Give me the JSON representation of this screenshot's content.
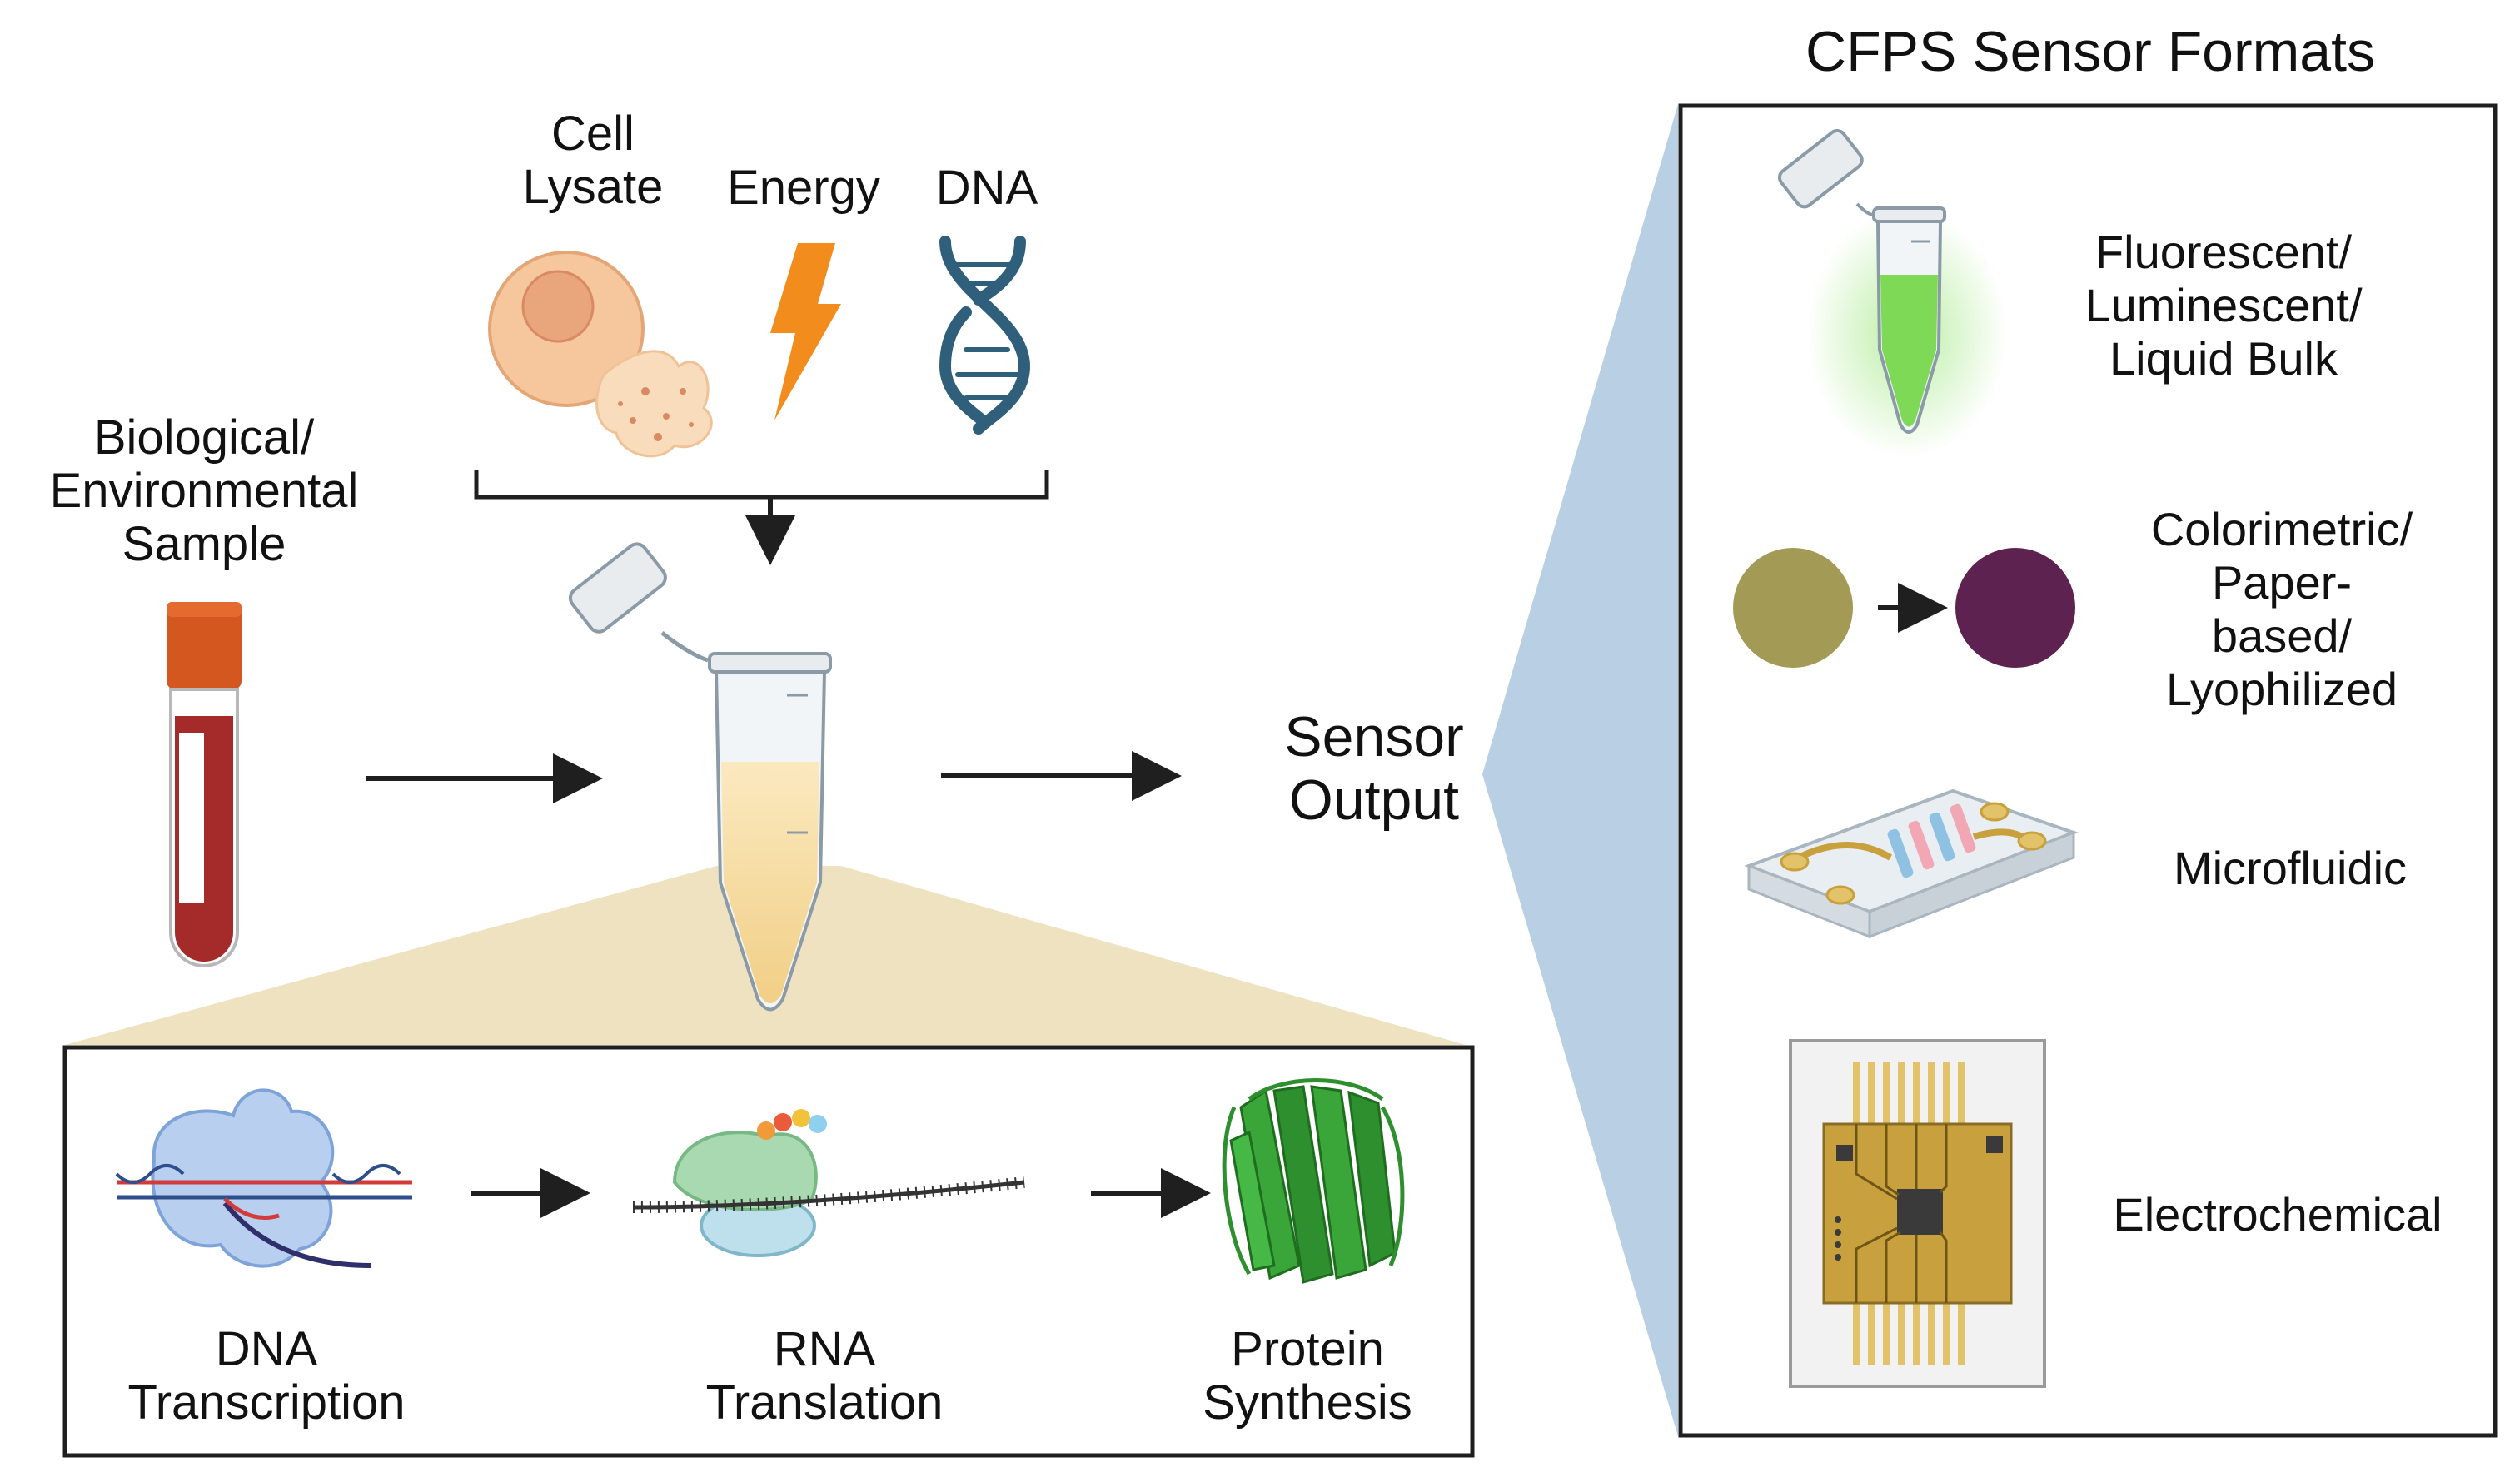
{
  "colors": {
    "arrow": "#1f1f1f",
    "panel_border": "#1f1f1f",
    "zoom_fan_left": "#efe2c1",
    "zoom_fan_right": "#b9cfe4",
    "cell": "#f6c79c",
    "cell_nucleus": "#e9a57c",
    "bolt": "#f28c1c",
    "dna_helix": "#2f5f7a",
    "tube_liquid": "#f8e2b0",
    "blood": "#a52a2a",
    "tube_cap": "#d4571f",
    "green_tube_liquid": "#7ed957",
    "circle_before": "#a39a55",
    "circle_after": "#5e2250",
    "chip_gold": "#c8a03d",
    "protein_green": "#2d8f2d"
  },
  "inputs": {
    "cell_lysate_label": "Cell\nLysate",
    "energy_label": "Energy",
    "dna_label": "DNA",
    "cell_icon": "cell-lysate-icon",
    "energy_icon": "lightning-bolt-icon",
    "dna_icon": "dna-helix-icon"
  },
  "sample": {
    "label": "Biological/\nEnvironmental\nSample",
    "icon": "blood-tube-icon"
  },
  "reaction": {
    "icon": "microcentrifuge-tube-icon"
  },
  "output": {
    "label": "Sensor\nOutput"
  },
  "process_panel": {
    "steps": [
      {
        "label": "DNA\nTranscription",
        "icon": "rna-polymerase-icon"
      },
      {
        "label": "RNA\nTranslation",
        "icon": "ribosome-icon"
      },
      {
        "label": "Protein\nSynthesis",
        "icon": "protein-icon"
      }
    ]
  },
  "formats_panel": {
    "title": "CFPS Sensor Formats",
    "items": [
      {
        "label": "Fluorescent/\nLuminescent/\nLiquid Bulk",
        "icon": "fluorescent-tube-icon"
      },
      {
        "label": "Colorimetric/\nPaper-\nbased/\nLyophilized",
        "icon": "color-change-icon"
      },
      {
        "label": "Microfluidic",
        "icon": "microfluidic-chip-icon"
      },
      {
        "label": "Electrochemical",
        "icon": "electrode-chip-icon"
      }
    ]
  }
}
